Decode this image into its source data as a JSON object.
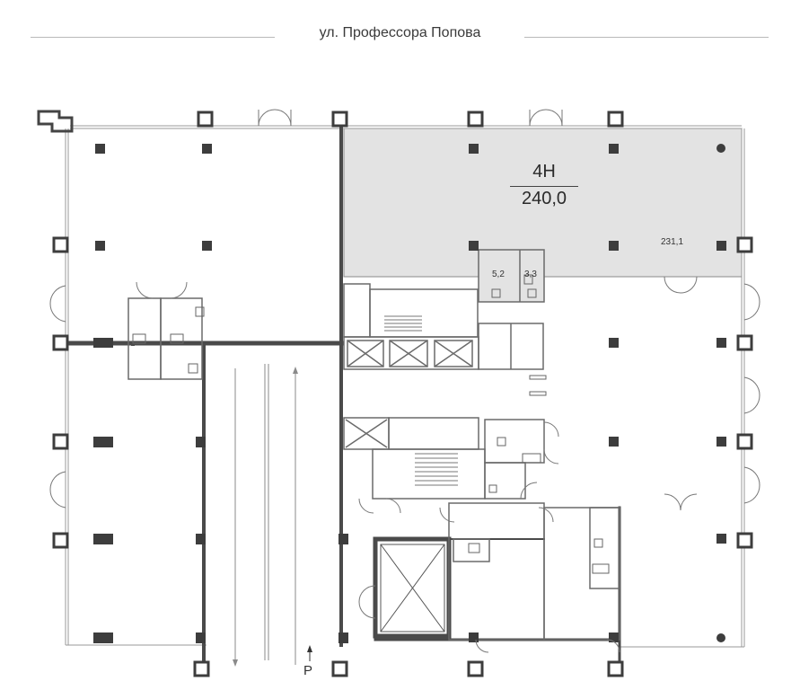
{
  "street": {
    "name": "ул. Профессора Попова"
  },
  "unit": {
    "name": "4Н",
    "area": "240,0"
  },
  "areas": {
    "main_hall": "231,1",
    "room_a": "5,2",
    "room_b": "3,3"
  },
  "parking": {
    "label": "P"
  },
  "colors": {
    "wall": "#4a4a4a",
    "highlight": "#e3e3e3",
    "line": "#9a9a9a",
    "column": "#3d3d3d"
  }
}
